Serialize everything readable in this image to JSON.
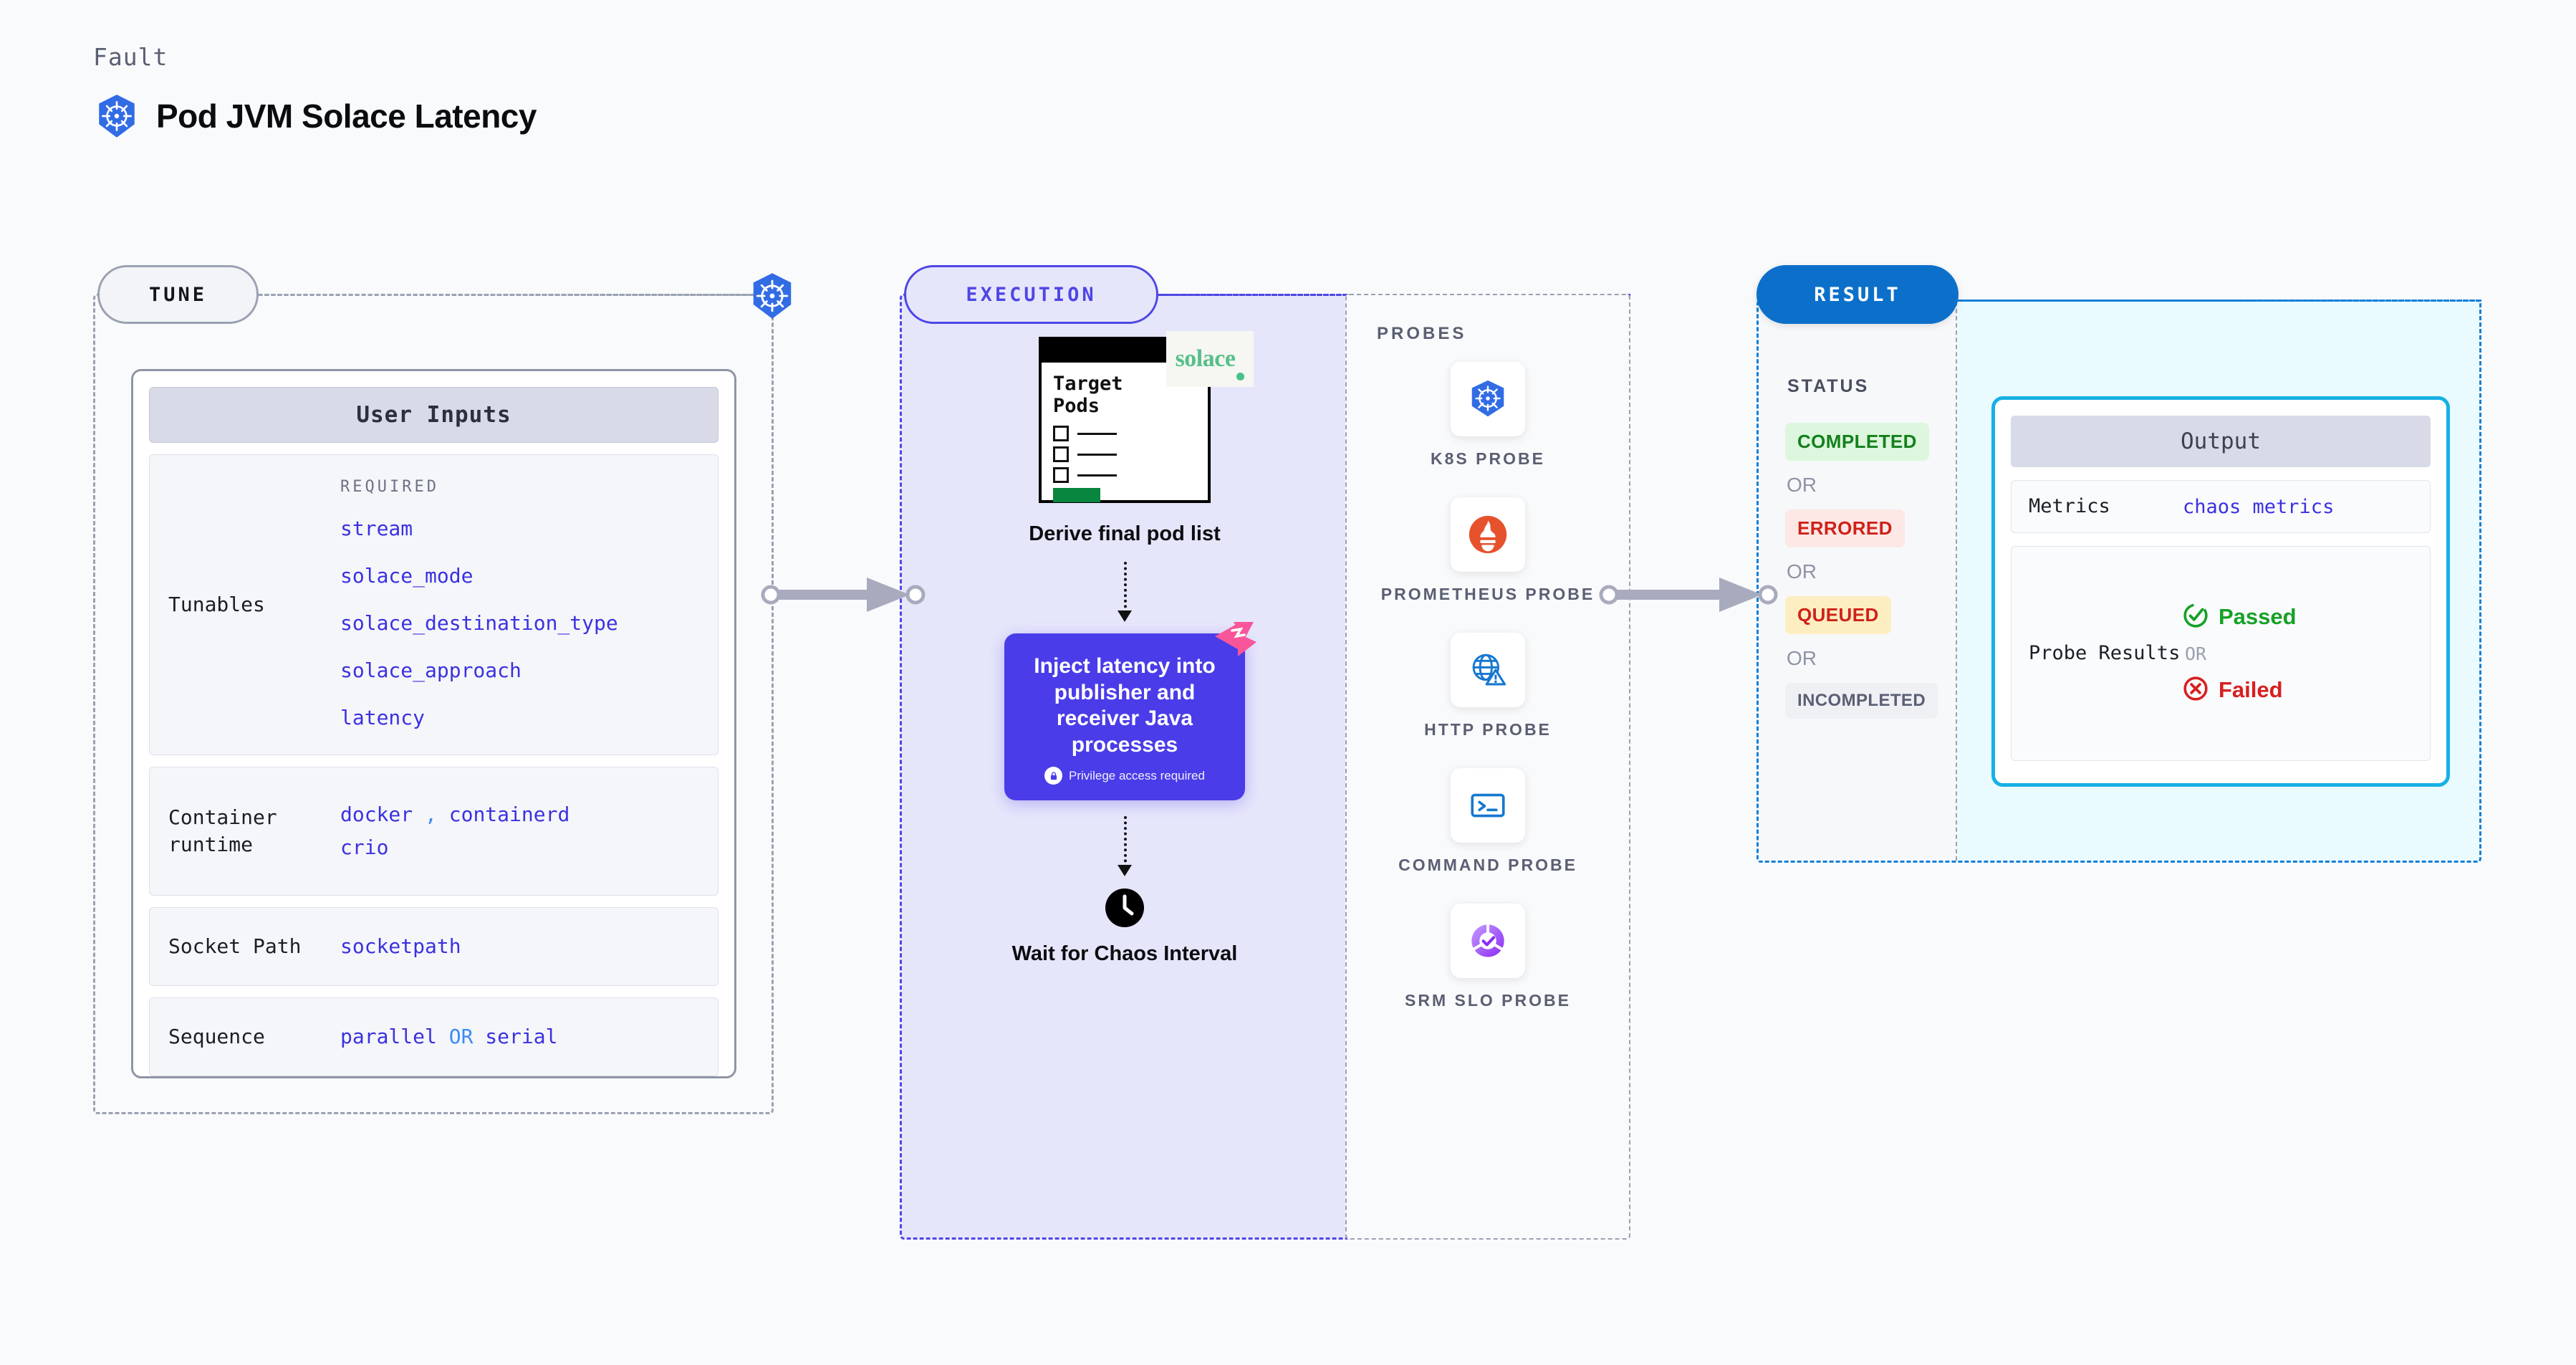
{
  "header": {
    "kicker": "Fault",
    "title": "Pod JVM Solace Latency",
    "icon": "kubernetes-icon"
  },
  "stages": {
    "tune": "TUNE",
    "execution": "EXECUTION",
    "result": "RESULT"
  },
  "tune": {
    "card_title": "User Inputs",
    "tunables": {
      "key": "Tunables",
      "required_label": "REQUIRED",
      "items": [
        "stream",
        "solace_mode",
        "solace_destination_type",
        "solace_approach",
        "latency"
      ]
    },
    "container_runtime": {
      "key": "Container runtime",
      "values": [
        "docker",
        "containerd",
        "crio"
      ],
      "separator": ","
    },
    "socket_path": {
      "key": "Socket Path",
      "value": "socketpath"
    },
    "sequence": {
      "key": "Sequence",
      "value_a": "parallel",
      "separator": "OR",
      "value_b": "serial"
    }
  },
  "execution": {
    "pod_card": {
      "title_line1": "Target",
      "title_line2": "Pods",
      "brand": "solace"
    },
    "derive_label": "Derive final pod list",
    "inject_card": {
      "text": "Inject latency into publisher and receiver Java processes",
      "privilege_note": "Privilege access required"
    },
    "wait_label": "Wait for Chaos Interval"
  },
  "probes": {
    "title": "PROBES",
    "items": [
      {
        "label": "K8S PROBE",
        "icon": "kubernetes-icon"
      },
      {
        "label": "PROMETHEUS PROBE",
        "icon": "prometheus-icon"
      },
      {
        "label": "HTTP PROBE",
        "icon": "http-globe-warning-icon"
      },
      {
        "label": "COMMAND PROBE",
        "icon": "terminal-icon"
      },
      {
        "label": "SRM SLO PROBE",
        "icon": "srm-slo-icon"
      }
    ]
  },
  "result": {
    "status_title": "STATUS",
    "or_label": "OR",
    "statuses": [
      {
        "label": "COMPLETED",
        "bg": "#dcf7dd",
        "fg": "#13801c"
      },
      {
        "label": "ERRORED",
        "bg": "#fde8e6",
        "fg": "#cf2118"
      },
      {
        "label": "QUEUED",
        "bg": "#fdeec2",
        "fg": "#cf2118"
      },
      {
        "label": "INCOMPLETED",
        "bg": "#eef0f4",
        "fg": "#5a5f73"
      }
    ],
    "output": {
      "title": "Output",
      "metrics": {
        "key": "Metrics",
        "value": "chaos metrics"
      },
      "probe_results": {
        "key": "Probe Results",
        "passed": "Passed",
        "or_label": "OR",
        "failed": "Failed"
      }
    }
  },
  "colors": {
    "accent_indigo": "#4f46e5",
    "accent_blue": "#0c70ca",
    "accent_cyan": "#17b0e5",
    "code_blue": "#3b31e0",
    "k8s_blue": "#326ce5",
    "prometheus_orange": "#e6522c",
    "pass_green": "#16a127",
    "fail_red": "#d81f1f"
  }
}
